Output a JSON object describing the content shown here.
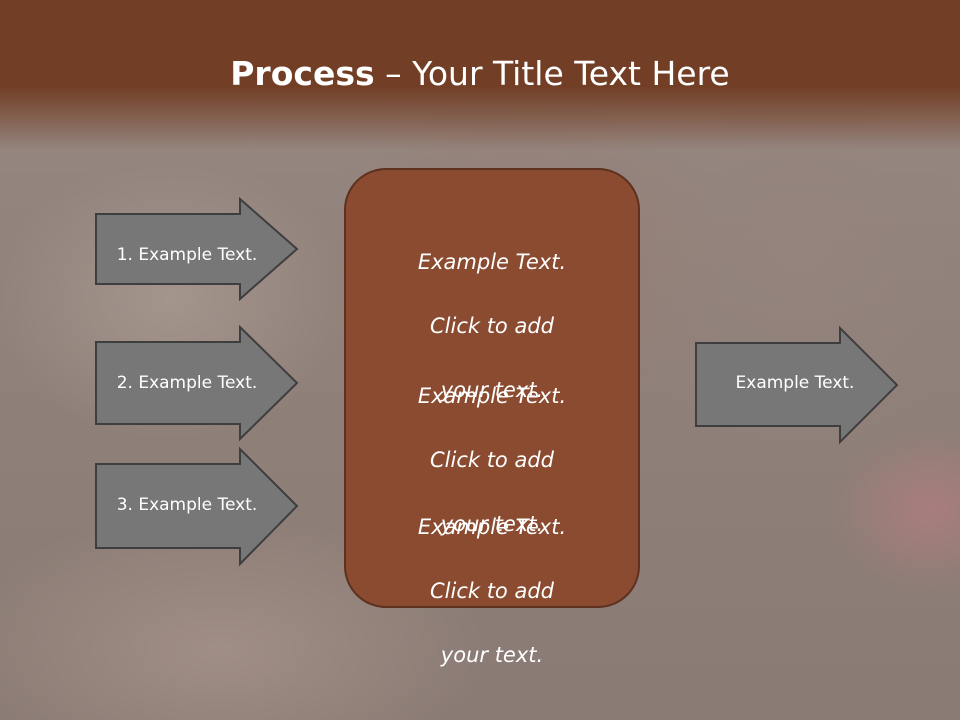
{
  "slide": {
    "title_bold": "Process",
    "title_rest": " – Your Title Text Here"
  },
  "steps": [
    {
      "label": "1. Example Text."
    },
    {
      "label": "2. Example Text."
    },
    {
      "label": "3. Example Text."
    }
  ],
  "center_box": {
    "paragraphs": [
      {
        "line1": "Example Text.",
        "line2": "Click  to add",
        "line3": "your text."
      },
      {
        "line1": "Example Text.",
        "line2": "Click  to add",
        "line3": "your text."
      },
      {
        "line1": "Example Text.",
        "line2": "Click  to add",
        "line3": "your text."
      }
    ]
  },
  "result": {
    "label": "Example Text."
  },
  "colors": {
    "header": "#723f26",
    "box_fill": "#8a4b30",
    "box_border": "#5e3020",
    "arrow_fill": "#777777",
    "arrow_border": "#3e3e3e"
  }
}
